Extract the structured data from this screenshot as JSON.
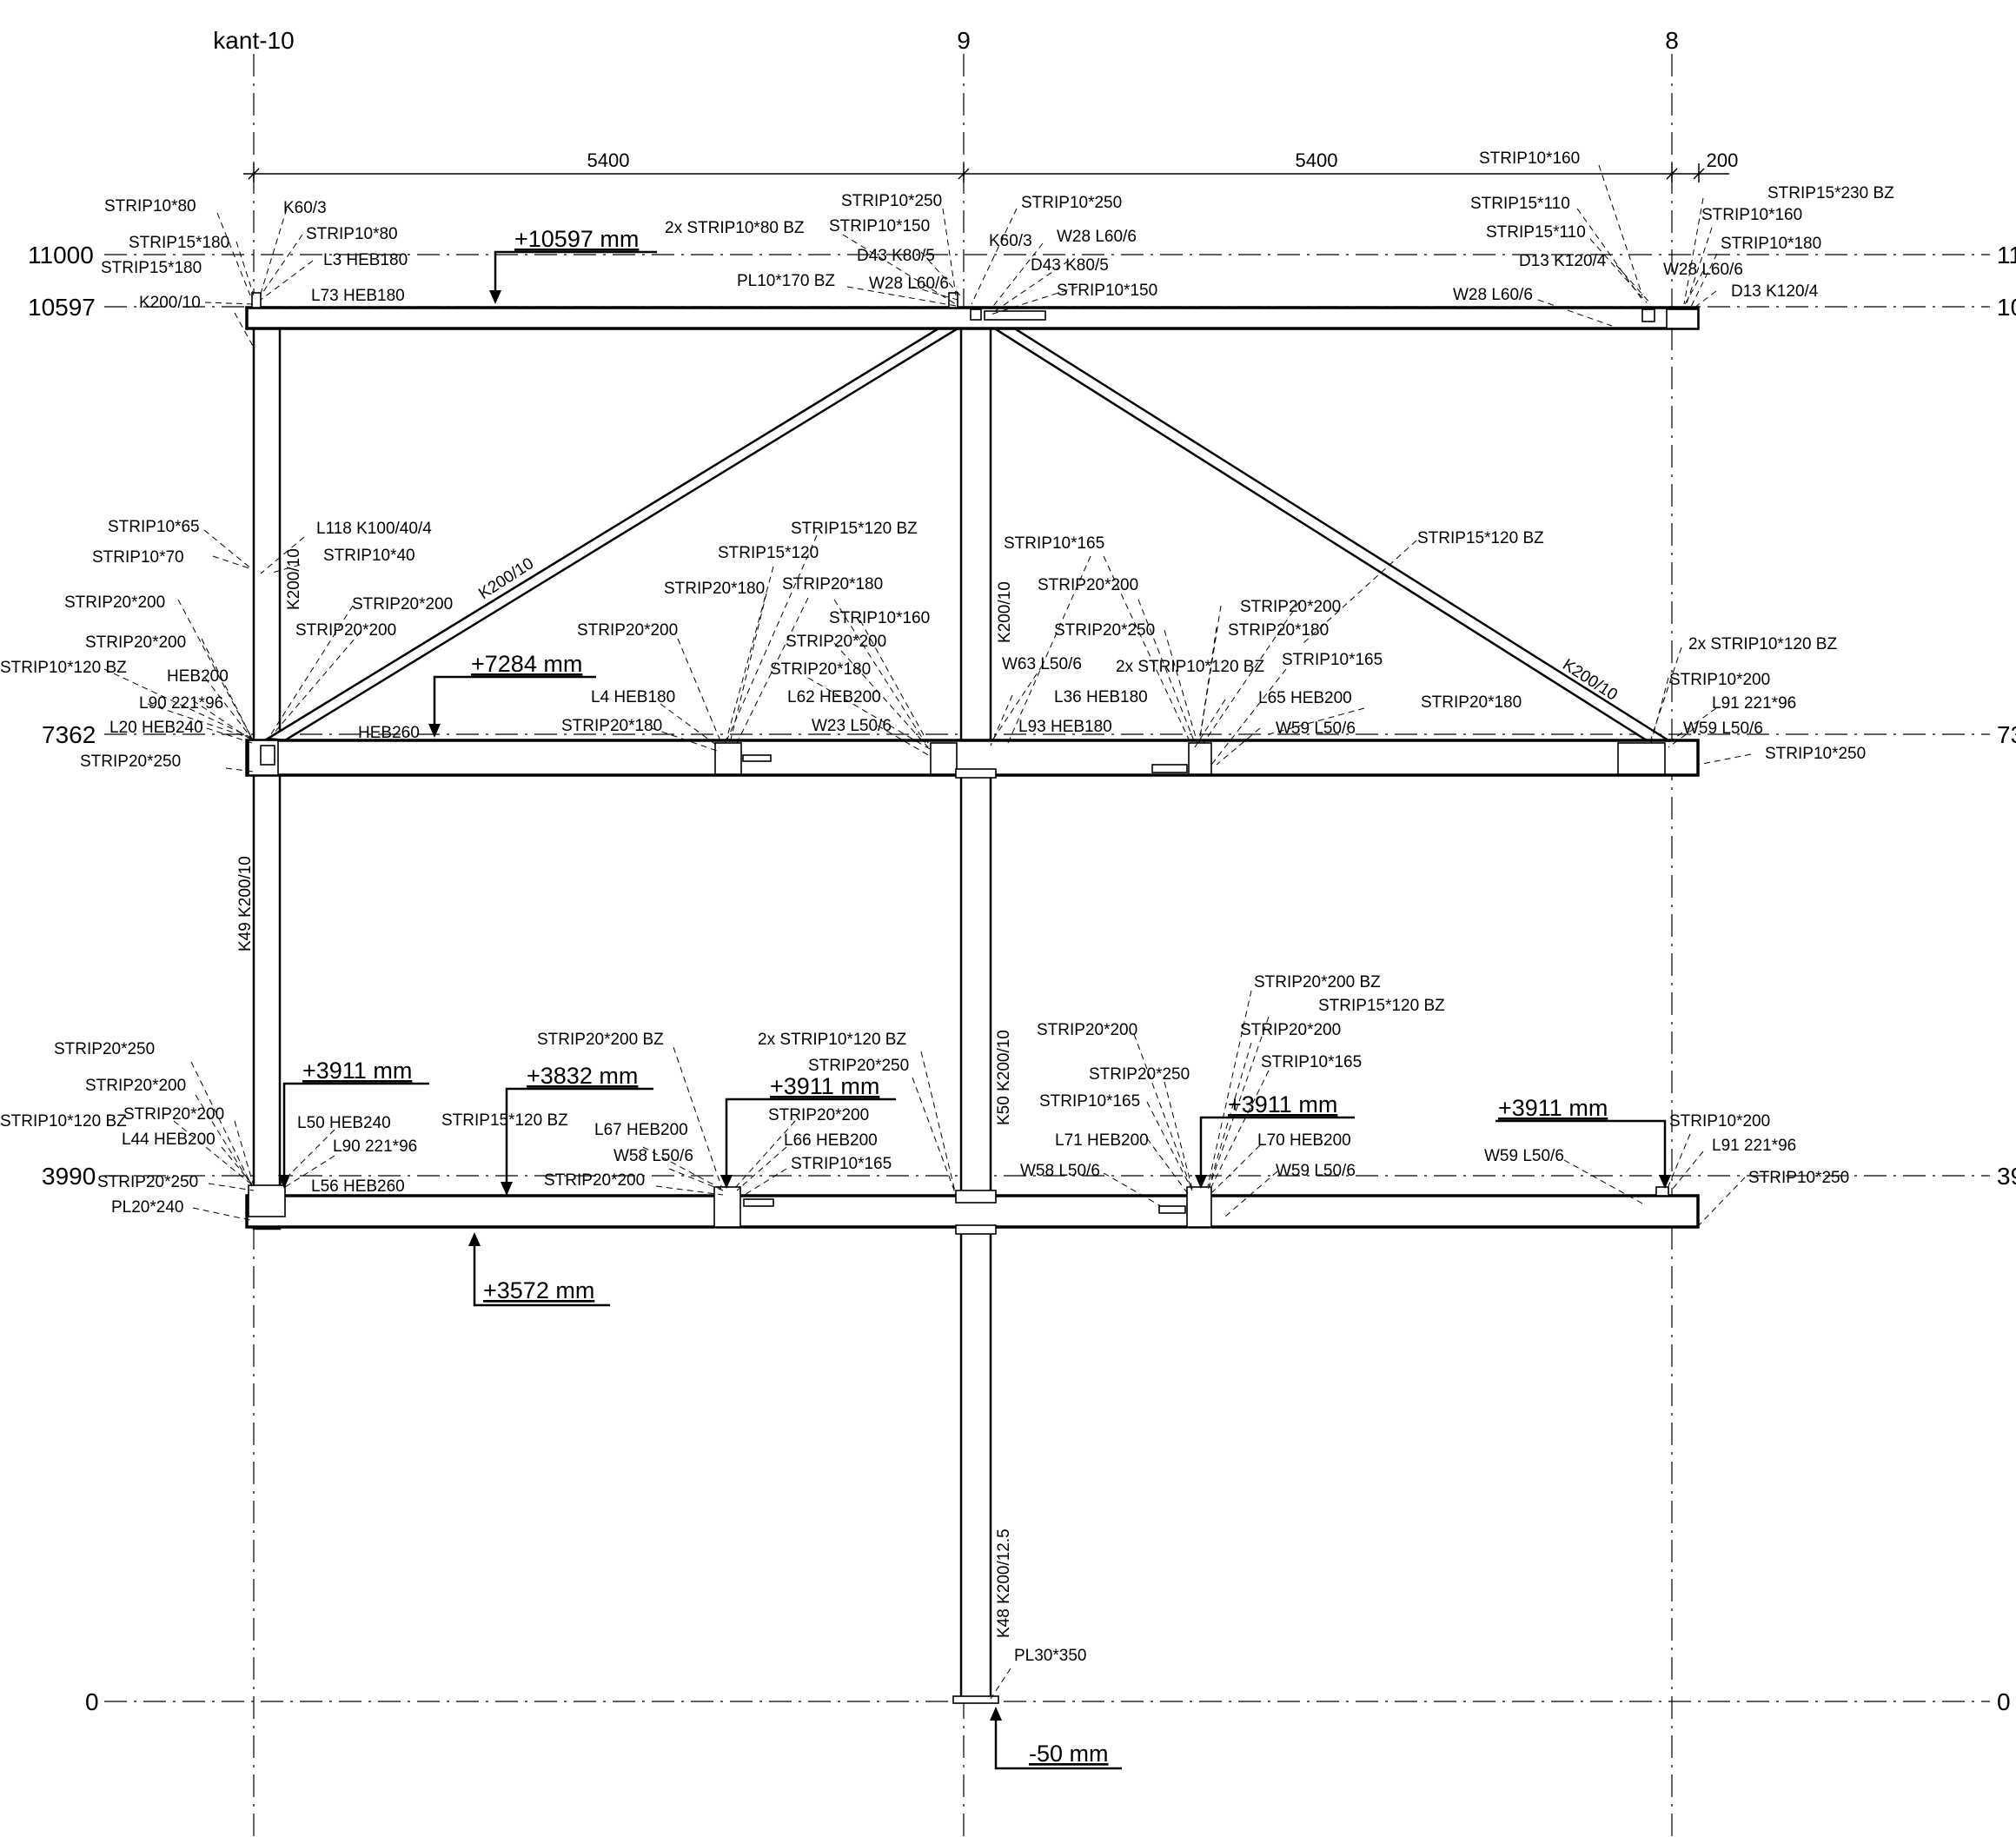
{
  "grid": {
    "left": "kant-10",
    "mid": "9",
    "right": "8"
  },
  "levels": {
    "l11000": "11000",
    "l10597": "10597",
    "l7362": "7362",
    "l3990": "3990",
    "l0": "0",
    "r11000": "11",
    "r10597": "10",
    "r7362": "73",
    "r3990": "39",
    "r0": "0"
  },
  "dims": {
    "span_left": "5400",
    "span_right": "5400",
    "edge": "200"
  },
  "elevations": {
    "top": "+10597 mm",
    "mid": "+7284 mm",
    "b1": "+3911 mm",
    "b2": "+3832 mm",
    "b3": "+3911 mm",
    "b4": "+3911 mm",
    "b5": "+3911 mm",
    "under": "+3572 mm",
    "base": "-50 mm"
  },
  "labels": {
    "t01": "STRIP10*80",
    "t02": "K60/3",
    "t03": "STRIP15*180",
    "t04": "STRIP10*80",
    "t05": "STRIP15*180",
    "t06": "L3 HEB180",
    "t07": "K200/10",
    "t08": "L73 HEB180",
    "t09": "STRIP10*250",
    "t10": "STRIP10*250",
    "t11": "2x STRIP10*80 BZ",
    "t12": "STRIP10*150",
    "t13": "K60/3",
    "t14": "D43 K80/5",
    "t15": "W28 L60/6",
    "t16": "PL10*170 BZ",
    "t17": "W28 L60/6",
    "t18": "D43 K80/5",
    "t19": "STRIP10*150",
    "t20": "STRIP10*160",
    "t21": "STRIP15*230 BZ",
    "t22": "STRIP15*110",
    "t23": "STRIP10*160",
    "t24": "STRIP15*110",
    "t25": "STRIP10*180",
    "t26": "D13 K120/4",
    "t27": "W28 L60/6",
    "t28": "W28 L60/6",
    "t29": "D13 K120/4",
    "m01": "STRIP10*65",
    "m02": "L118 K100/40/4",
    "m03": "STRIP10*70",
    "m04": "STRIP10*40",
    "m05": "K200/10",
    "m06": "K200/10",
    "m07": "STRIP15*120 BZ",
    "m08": "STRIP15*120",
    "m09": "STRIP10*165",
    "m10": "STRIP15*120 BZ",
    "m11": "K200/10",
    "m12": "STRIP20*200",
    "m13": "STRIP20*200",
    "m14": "STRIP20*180",
    "m15": "STRIP20*180",
    "m16": "STRIP20*200",
    "m17": "STRIP20*200",
    "m18": "STRIP20*200",
    "m19": "STRIP10*160",
    "m20": "STRIP20*200",
    "m21": "STRIP20*250",
    "m22": "STRIP20*180",
    "m23": "STRIP20*200",
    "m24": "STRIP20*180",
    "m25": "2x STRIP10*120 BZ",
    "m26": "STRIP10*120 BZ",
    "m27": "HEB200",
    "m28": "W63 L50/6",
    "m29": "2x STRIP10*120 BZ",
    "m30": "STRIP10*165",
    "m31": "STRIP10*200",
    "m32": "L90 221*96",
    "m33": "L4 HEB180",
    "m34": "L62 HEB200",
    "m35": "L36 HEB180",
    "m36": "L65 HEB200",
    "m37": "STRIP20*180",
    "m38": "L91 221*96",
    "m39": "L20 HEB240",
    "m40": "HEB260",
    "m41": "STRIP20*180",
    "m42": "W23 L50/6",
    "m43": "L93 HEB180",
    "m44": "W59 L50/6",
    "m45": "W59 L50/6",
    "m46": "STRIP20*250",
    "m47": "STRIP10*250",
    "m48": "K200/10",
    "m49": "STRIP20*200",
    "b01": "K49 K200/10",
    "b02": "STRIP20*200 BZ",
    "b03": "STRIP15*120 BZ",
    "b04": "STRIP20*250",
    "b05": "STRIP20*200 BZ",
    "b06": "2x STRIP10*120 BZ",
    "b07": "STRIP20*200",
    "b08": "STRIP20*200",
    "b09": "STRIP20*250",
    "b10": "STRIP20*200",
    "b11": "STRIP20*250",
    "b12": "STRIP10*165",
    "b13": "STRIP10*120 BZ",
    "b14": "STRIP20*200",
    "b15": "STRIP15*120 BZ",
    "b16": "STRIP10*165",
    "b17": "L44 HEB200",
    "b18": "L50 HEB240",
    "b19": "L67 HEB200",
    "b20": "STRIP20*200",
    "b21": "L90 221*96",
    "b22": "L66 HEB200",
    "b23": "L71 HEB200",
    "b24": "L70 HEB200",
    "b25": "STRIP10*200",
    "b26": "W58 L50/6",
    "b27": "STRIP10*165",
    "b28": "L91 221*96",
    "b29": "STRIP20*250",
    "b30": "L56 HEB260",
    "b31": "STRIP20*200",
    "b32": "W58 L50/6",
    "b33": "W59 L50/6",
    "b34": "W59 L50/6",
    "b35": "STRIP10*250",
    "b36": "PL20*240",
    "b37": "K50 K200/10",
    "b38": "K48 K200/12.5",
    "b39": "PL30*350"
  }
}
